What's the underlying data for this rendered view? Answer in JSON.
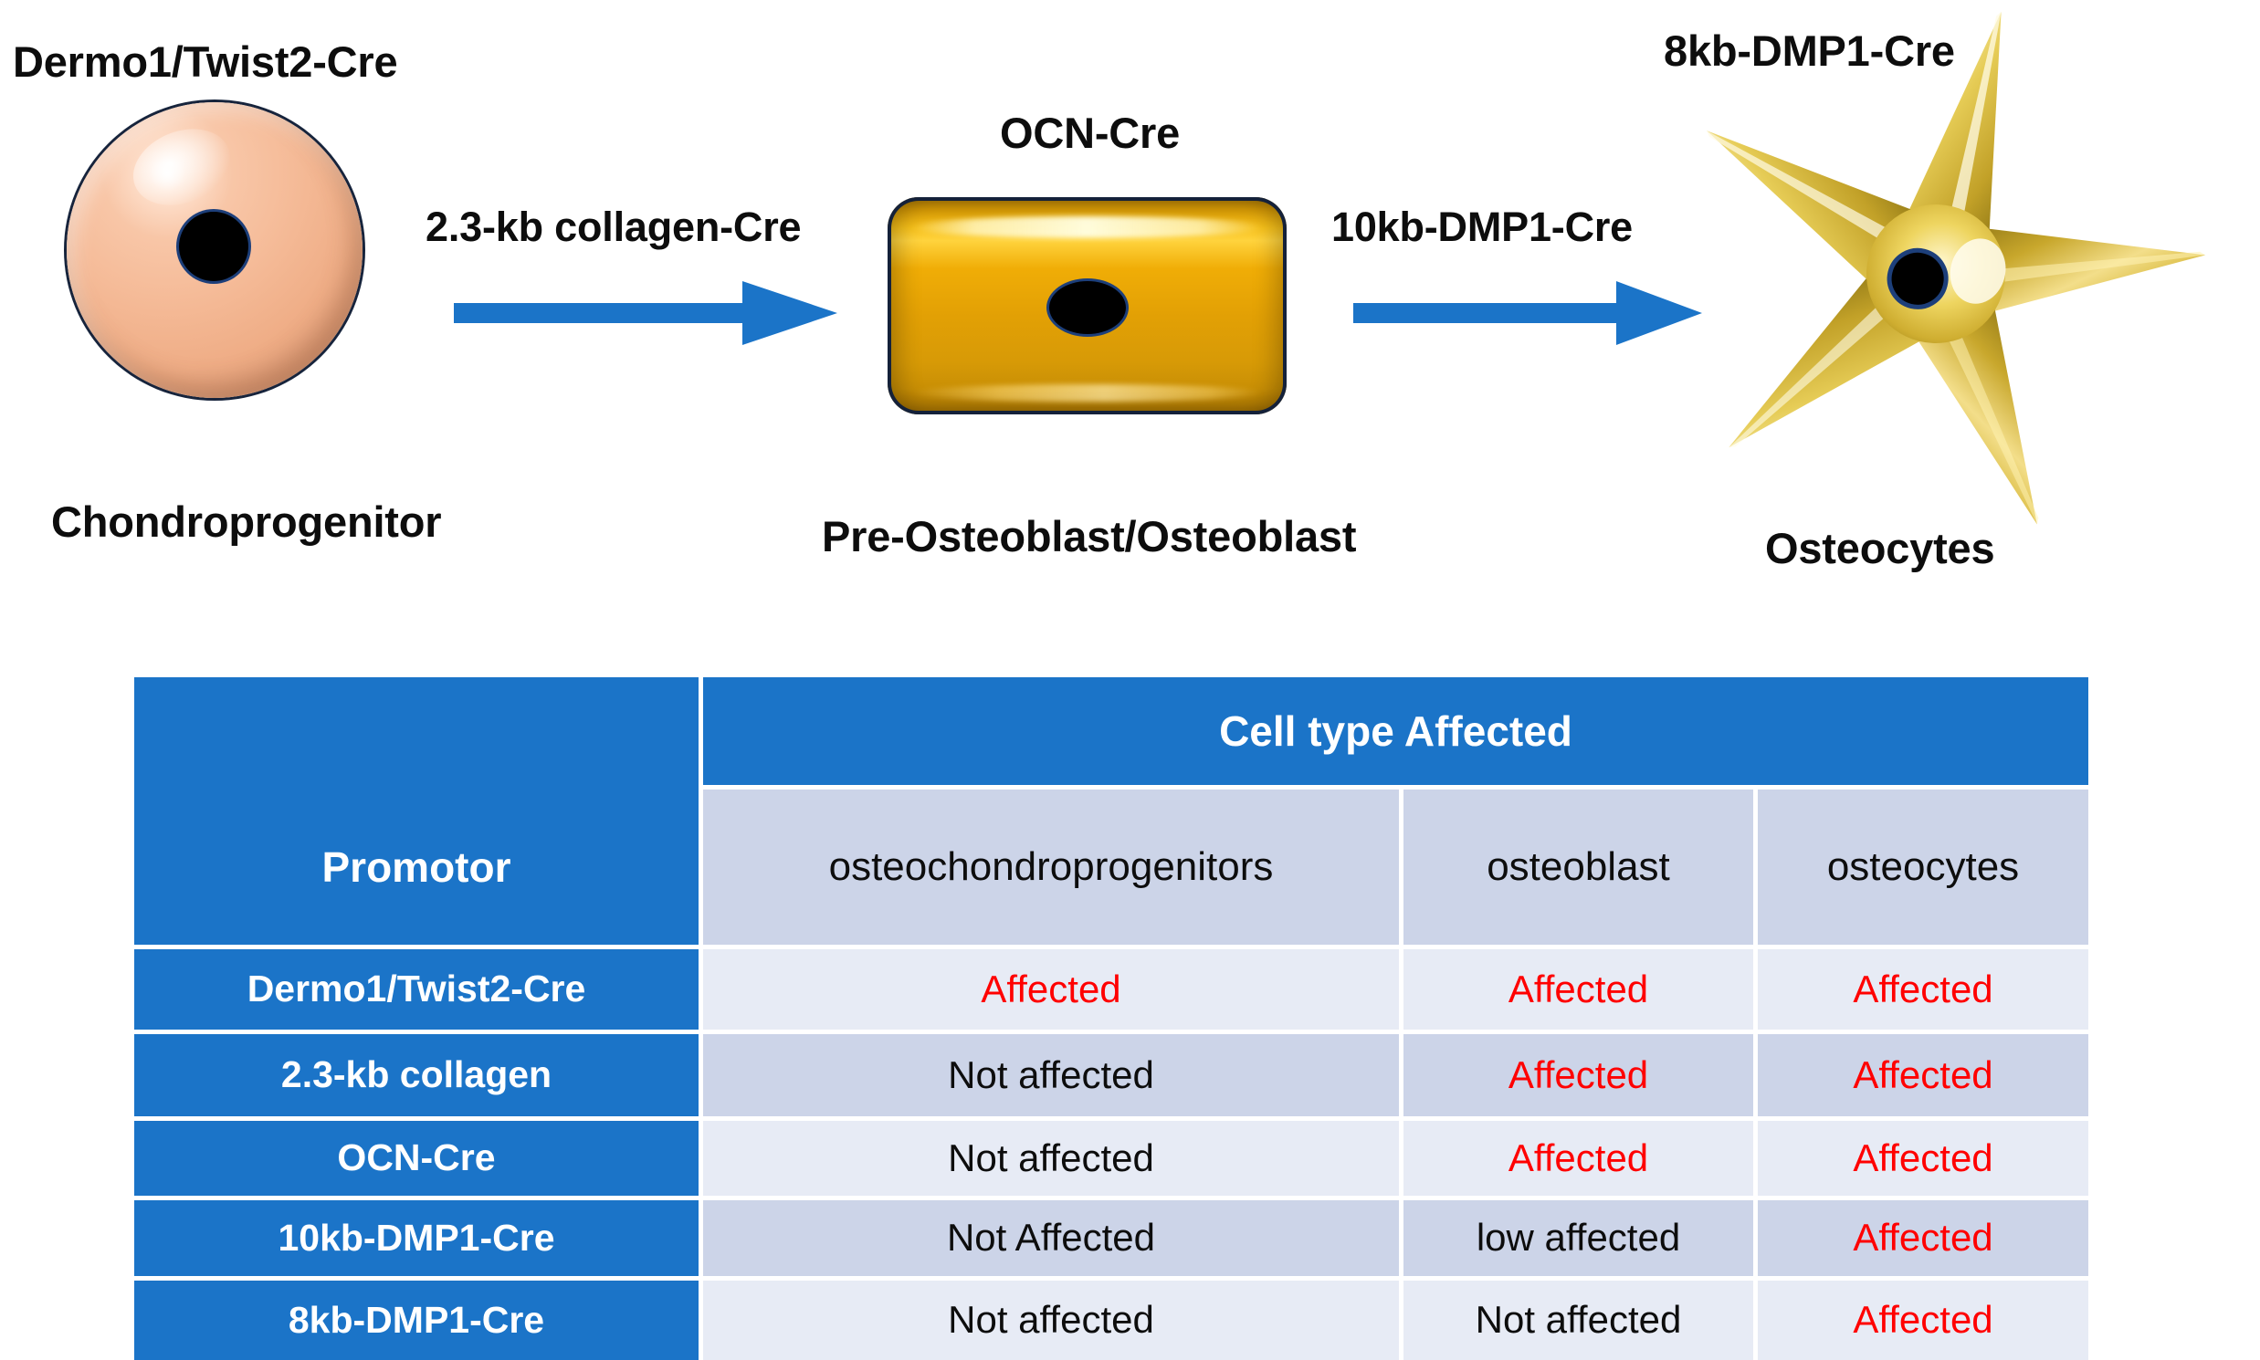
{
  "diagram": {
    "stages": [
      {
        "id": "chondroprogenitor",
        "promoter_label": "Dermo1/Twist2-Cre",
        "name_label": "Chondroprogenitor",
        "shape": "sphere-cell-icon",
        "fill_color": "#f5bb98"
      },
      {
        "id": "osteoblast",
        "promoter_label": "OCN-Cre",
        "name_label": "Pre-Osteoblast/Osteoblast",
        "shape": "rounded-rect-cell-icon",
        "fill_color": "#e2a005"
      },
      {
        "id": "osteocyte",
        "promoter_label": "8kb-DMP1-Cre",
        "name_label": "Osteocytes",
        "shape": "five-point-star-cell-icon",
        "fill_color": "#e0c24a"
      }
    ],
    "arrows": [
      {
        "id": "arrow-1",
        "label": "2.3-kb collagen-Cre",
        "color": "#1b74c8"
      },
      {
        "id": "arrow-2",
        "label": "10kb-DMP1-Cre",
        "color": "#1b74c8"
      }
    ]
  },
  "table": {
    "title": "Cell type Affected",
    "row_header_label": "Promotor",
    "columns": [
      "osteochondroprogenitors",
      "osteoblast",
      "osteocytes"
    ],
    "rows": [
      {
        "promoter": "Dermo1/Twist2-Cre",
        "cells": [
          {
            "text": "Affected",
            "status": "affected"
          },
          {
            "text": "Affected",
            "status": "affected"
          },
          {
            "text": "Affected",
            "status": "affected"
          }
        ]
      },
      {
        "promoter": "2.3-kb collagen",
        "cells": [
          {
            "text": "Not affected",
            "status": "not-affected"
          },
          {
            "text": "Affected",
            "status": "affected"
          },
          {
            "text": "Affected",
            "status": "affected"
          }
        ]
      },
      {
        "promoter": "OCN-Cre",
        "cells": [
          {
            "text": "Not affected",
            "status": "not-affected"
          },
          {
            "text": "Affected",
            "status": "affected"
          },
          {
            "text": "Affected",
            "status": "affected"
          }
        ]
      },
      {
        "promoter": "10kb-DMP1-Cre",
        "cells": [
          {
            "text": "Not Affected",
            "status": "not-affected"
          },
          {
            "text": "low affected",
            "status": "low-affected"
          },
          {
            "text": "Affected",
            "status": "affected"
          }
        ]
      },
      {
        "promoter": "8kb-DMP1-Cre",
        "cells": [
          {
            "text": "Not affected",
            "status": "not-affected"
          },
          {
            "text": "Not affected",
            "status": "not-affected"
          },
          {
            "text": "Affected",
            "status": "affected"
          }
        ]
      }
    ]
  },
  "colors": {
    "header_blue": "#1b74c8",
    "row_light": "#e7ebf5",
    "row_dark": "#ccd4e8",
    "affected_red": "#ff0000",
    "text_black": "#0d0d0d"
  }
}
